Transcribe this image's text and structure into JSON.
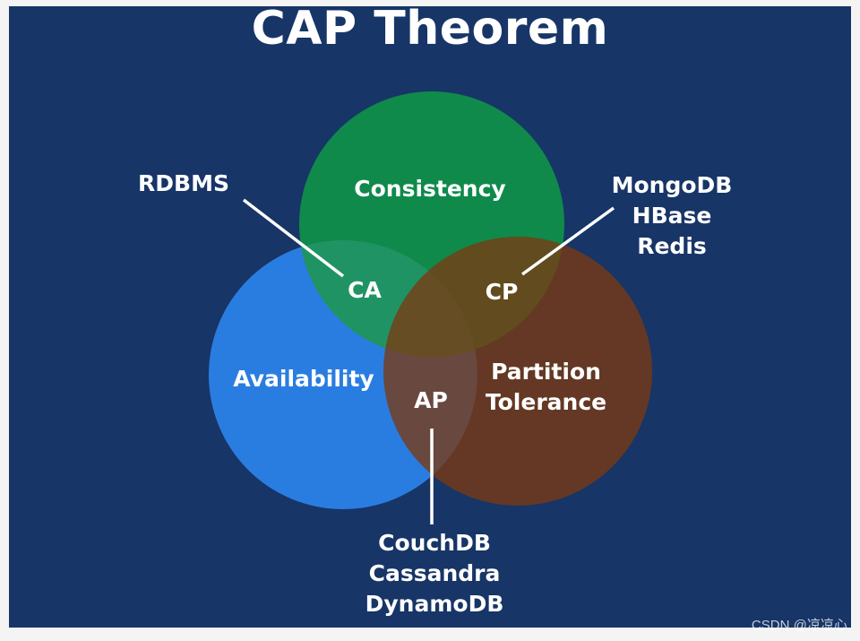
{
  "title": "CAP Theorem",
  "circles": {
    "consistency": "Consistency",
    "availability": "Availability",
    "partition": [
      "Partition",
      "Tolerance"
    ]
  },
  "intersections": {
    "ca": "CA",
    "cp": "CP",
    "ap": "AP"
  },
  "examples": {
    "ca": [
      "RDBMS"
    ],
    "cp": [
      "MongoDB",
      "HBase",
      "Redis"
    ],
    "ap": [
      "CouchDB",
      "Cassandra",
      "DynamoDB"
    ]
  },
  "colors": {
    "background": "#173567",
    "consistency": "#0f8a4a",
    "availability": "#2a7de0",
    "partition": "#7a3a12"
  },
  "watermark": "CSDN @凉凉心."
}
